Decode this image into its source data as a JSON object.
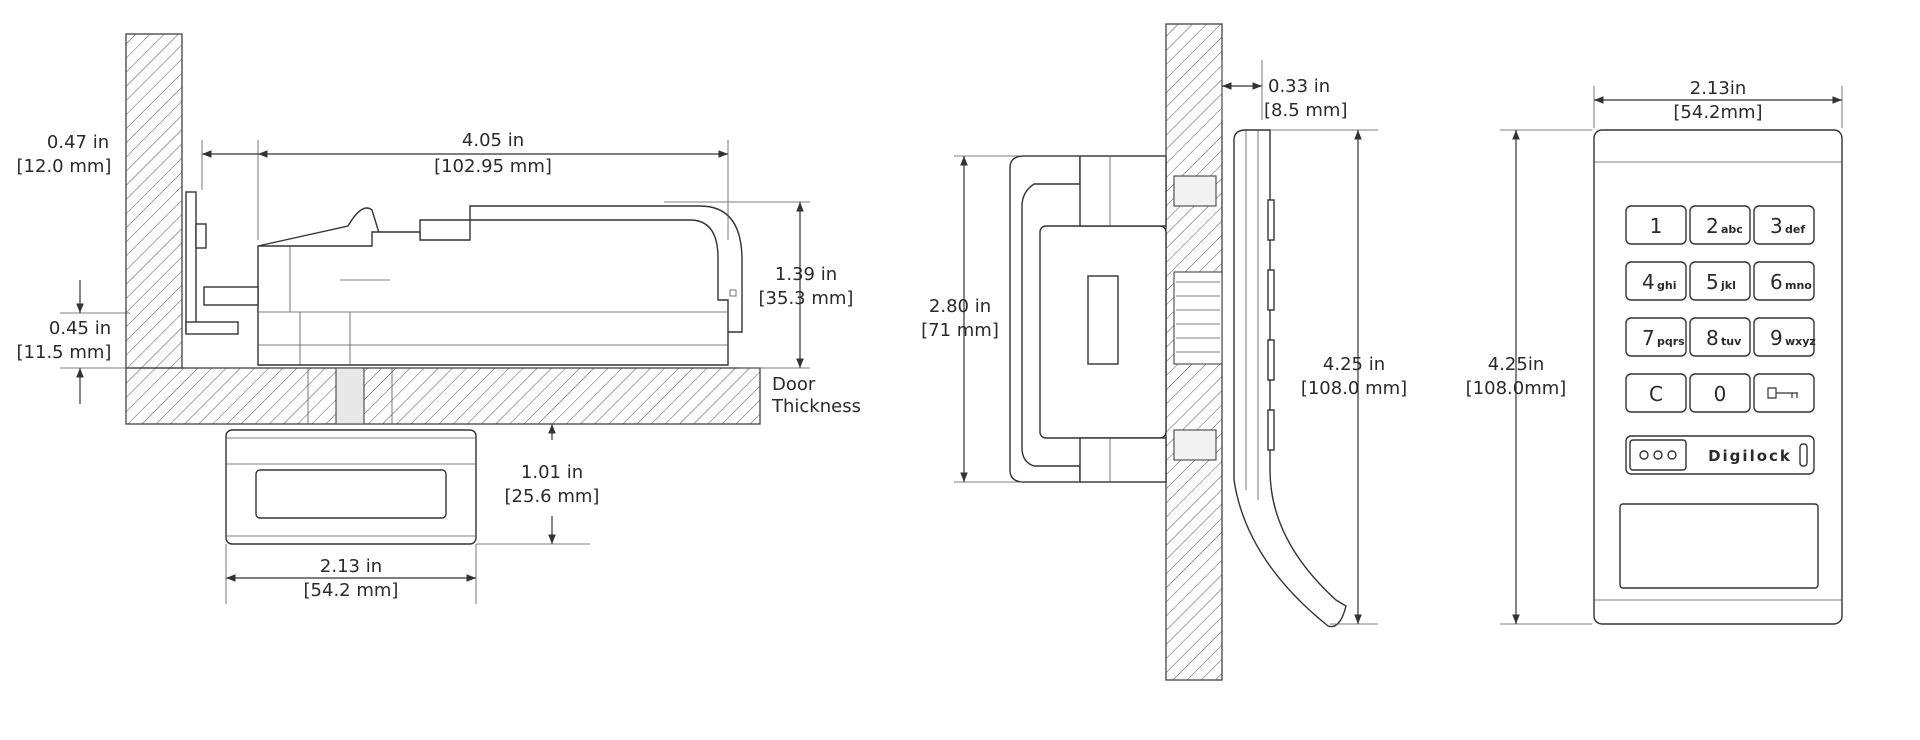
{
  "side_view": {
    "depth": {
      "in": "4.05 in",
      "mm": "[102.95 mm]"
    },
    "bracket_gap": {
      "in": "0.47 in",
      "mm": "[12.0 mm]"
    },
    "bracket_offset": {
      "in": "0.45 in",
      "mm": "[11.5 mm]"
    },
    "height": {
      "in": "1.39 in",
      "mm": "[35.3 mm]"
    },
    "door_label": {
      "line1": "Door",
      "line2": "Thickness"
    },
    "back_depth": {
      "in": "1.01 in",
      "mm": "[25.6 mm]"
    },
    "back_width": {
      "in": "2.13 in",
      "mm": "[54.2 mm]"
    }
  },
  "profile_view": {
    "offset": {
      "in": "0.33 in",
      "mm": "[8.5 mm]"
    },
    "height": {
      "in": "2.80 in",
      "mm": "[71 mm]"
    },
    "total_height": {
      "in": "4.25 in",
      "mm": "[108.0 mm]"
    }
  },
  "front_view": {
    "width": {
      "in": "2.13in",
      "mm": "[54.2mm]"
    },
    "height": {
      "in": "4.25in",
      "mm": "[108.0mm]"
    },
    "keys": [
      {
        "digit": "1",
        "sub": ""
      },
      {
        "digit": "2",
        "sub": "abc"
      },
      {
        "digit": "3",
        "sub": "def"
      },
      {
        "digit": "4",
        "sub": "ghi"
      },
      {
        "digit": "5",
        "sub": "jkl"
      },
      {
        "digit": "6",
        "sub": "mno"
      },
      {
        "digit": "7",
        "sub": "pqrs"
      },
      {
        "digit": "8",
        "sub": "tuv"
      },
      {
        "digit": "9",
        "sub": "wxyz"
      },
      {
        "digit": "C",
        "sub": ""
      },
      {
        "digit": "0",
        "sub": ""
      },
      {
        "digit": "",
        "sub": ""
      }
    ],
    "brand": "Digilock"
  }
}
